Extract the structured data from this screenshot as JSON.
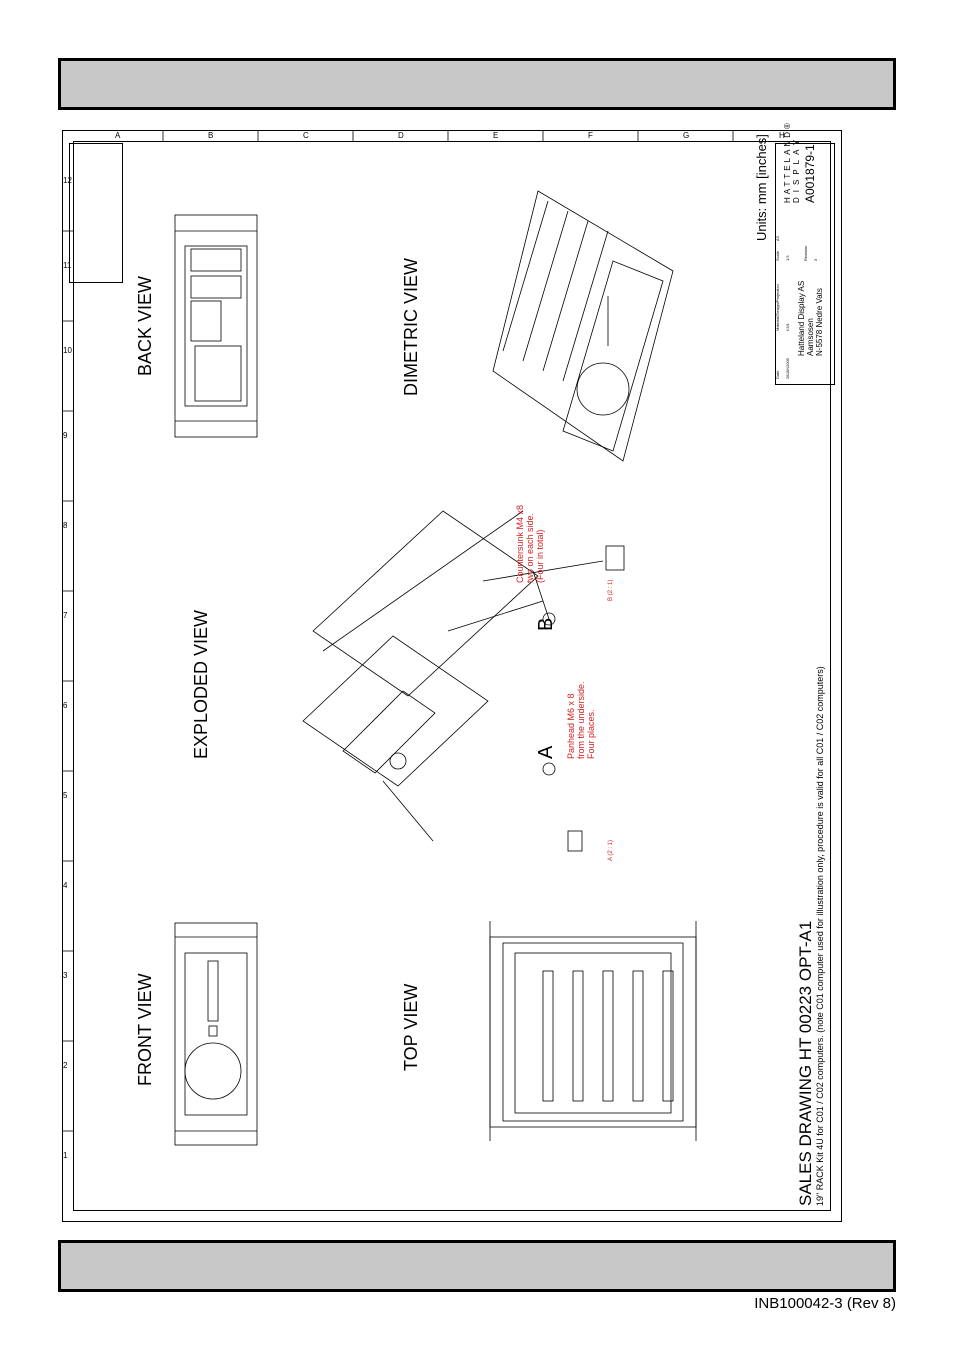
{
  "footer": {
    "doc_ref": "INB100042-3 (Rev 8)"
  },
  "sheet": {
    "col_numbers": [
      "1",
      "2",
      "3",
      "4",
      "5",
      "6",
      "7",
      "8",
      "9",
      "10",
      "11",
      "12"
    ],
    "row_letters": [
      "A",
      "B",
      "C",
      "D",
      "E",
      "F",
      "G",
      "H"
    ]
  },
  "views": {
    "back": "BACK VIEW",
    "exploded": "EXPLODED VIEW",
    "dimetric": "DIMETRIC VIEW",
    "front": "FRONT VIEW",
    "top": "TOP VIEW"
  },
  "annotations": {
    "countersunk": [
      "Countersunk M4 x8",
      "two on each side.",
      "(Four in total)"
    ],
    "panhead": [
      "Panhead M6 x 8",
      "from the underside.",
      "Four places."
    ],
    "callout_a": "A",
    "callout_b": "B",
    "detail_a": "A (2 : 1)",
    "detail_b": "B (2 : 1)"
  },
  "title_block": {
    "title": "SALES DRAWING HT 00223 OPT-A1",
    "subtitle": "19\" RACK Kit 4U for C01 / C02 computers. (note C01 computer used for illustration only, procedure is valid for all C01 / C02 computers)",
    "units": "Units: mm [inches]",
    "drawing_no": "A001879-1",
    "brand_line1": "HATTELAND®",
    "brand_line2": "DISPLAY",
    "company": "Hatteland Display AS",
    "address1": "Aamsosen",
    "address2": "N-5578 Nedre Vats",
    "date_label": "Date",
    "date_value": "28JAN2009",
    "part_label": "Material/Design/Projection",
    "part_value": "f:2/1",
    "sheet_size": "A3",
    "scale_label": "Scale",
    "scale_value": "1:5",
    "revision_label": "Revision",
    "revision_value": "3"
  }
}
